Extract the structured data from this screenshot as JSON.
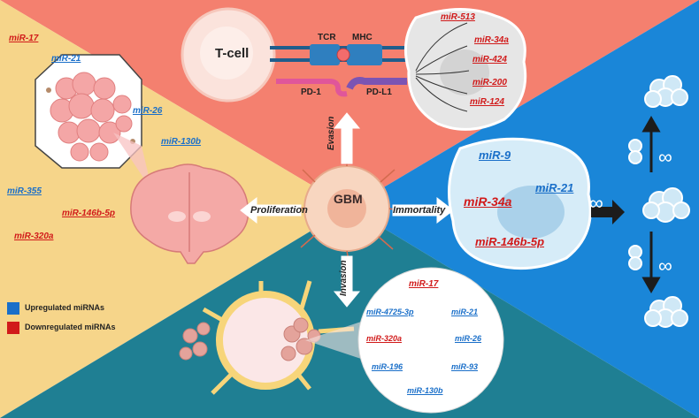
{
  "center": {
    "label": "GBM"
  },
  "processes": {
    "evasion": "Evasion",
    "proliferation": "Proliferation",
    "immortality": "Immortality",
    "invasion": "Invasion"
  },
  "immune": {
    "tcell": "T-cell",
    "tcr": "TCR",
    "mhc": "MHC",
    "pd1": "PD-1",
    "pdl1": "PD-L1",
    "mirnas": [
      "miR-513",
      "miR-34a",
      "miR-424",
      "miR-200",
      "miR-124"
    ]
  },
  "proliferation_mirnas": {
    "left": [
      "miR-17",
      "miR-21",
      "miR-26",
      "miR-130b",
      "miR-355",
      "miR-146b-5p",
      "miR-320a"
    ]
  },
  "immortality_mirnas": [
    "miR-9",
    "miR-21",
    "miR-34a",
    "miR-146b-5p"
  ],
  "immortality_symbol": "∞",
  "invasion_mirnas": [
    "miR-17",
    "miR-4725-3p",
    "miR-21",
    "miR-320a",
    "miR-26",
    "miR-196",
    "miR-93",
    "miR-130b"
  ],
  "legend": {
    "up": "Upregulated miRNAs",
    "down": "Downregulated miRNAs",
    "up_color": "#1a6fc9",
    "down_color": "#d11a1a"
  },
  "colors": {
    "top": "#f4806f",
    "left": "#f6d58a",
    "right": "#1a86d8",
    "bottom": "#1f7f93"
  }
}
